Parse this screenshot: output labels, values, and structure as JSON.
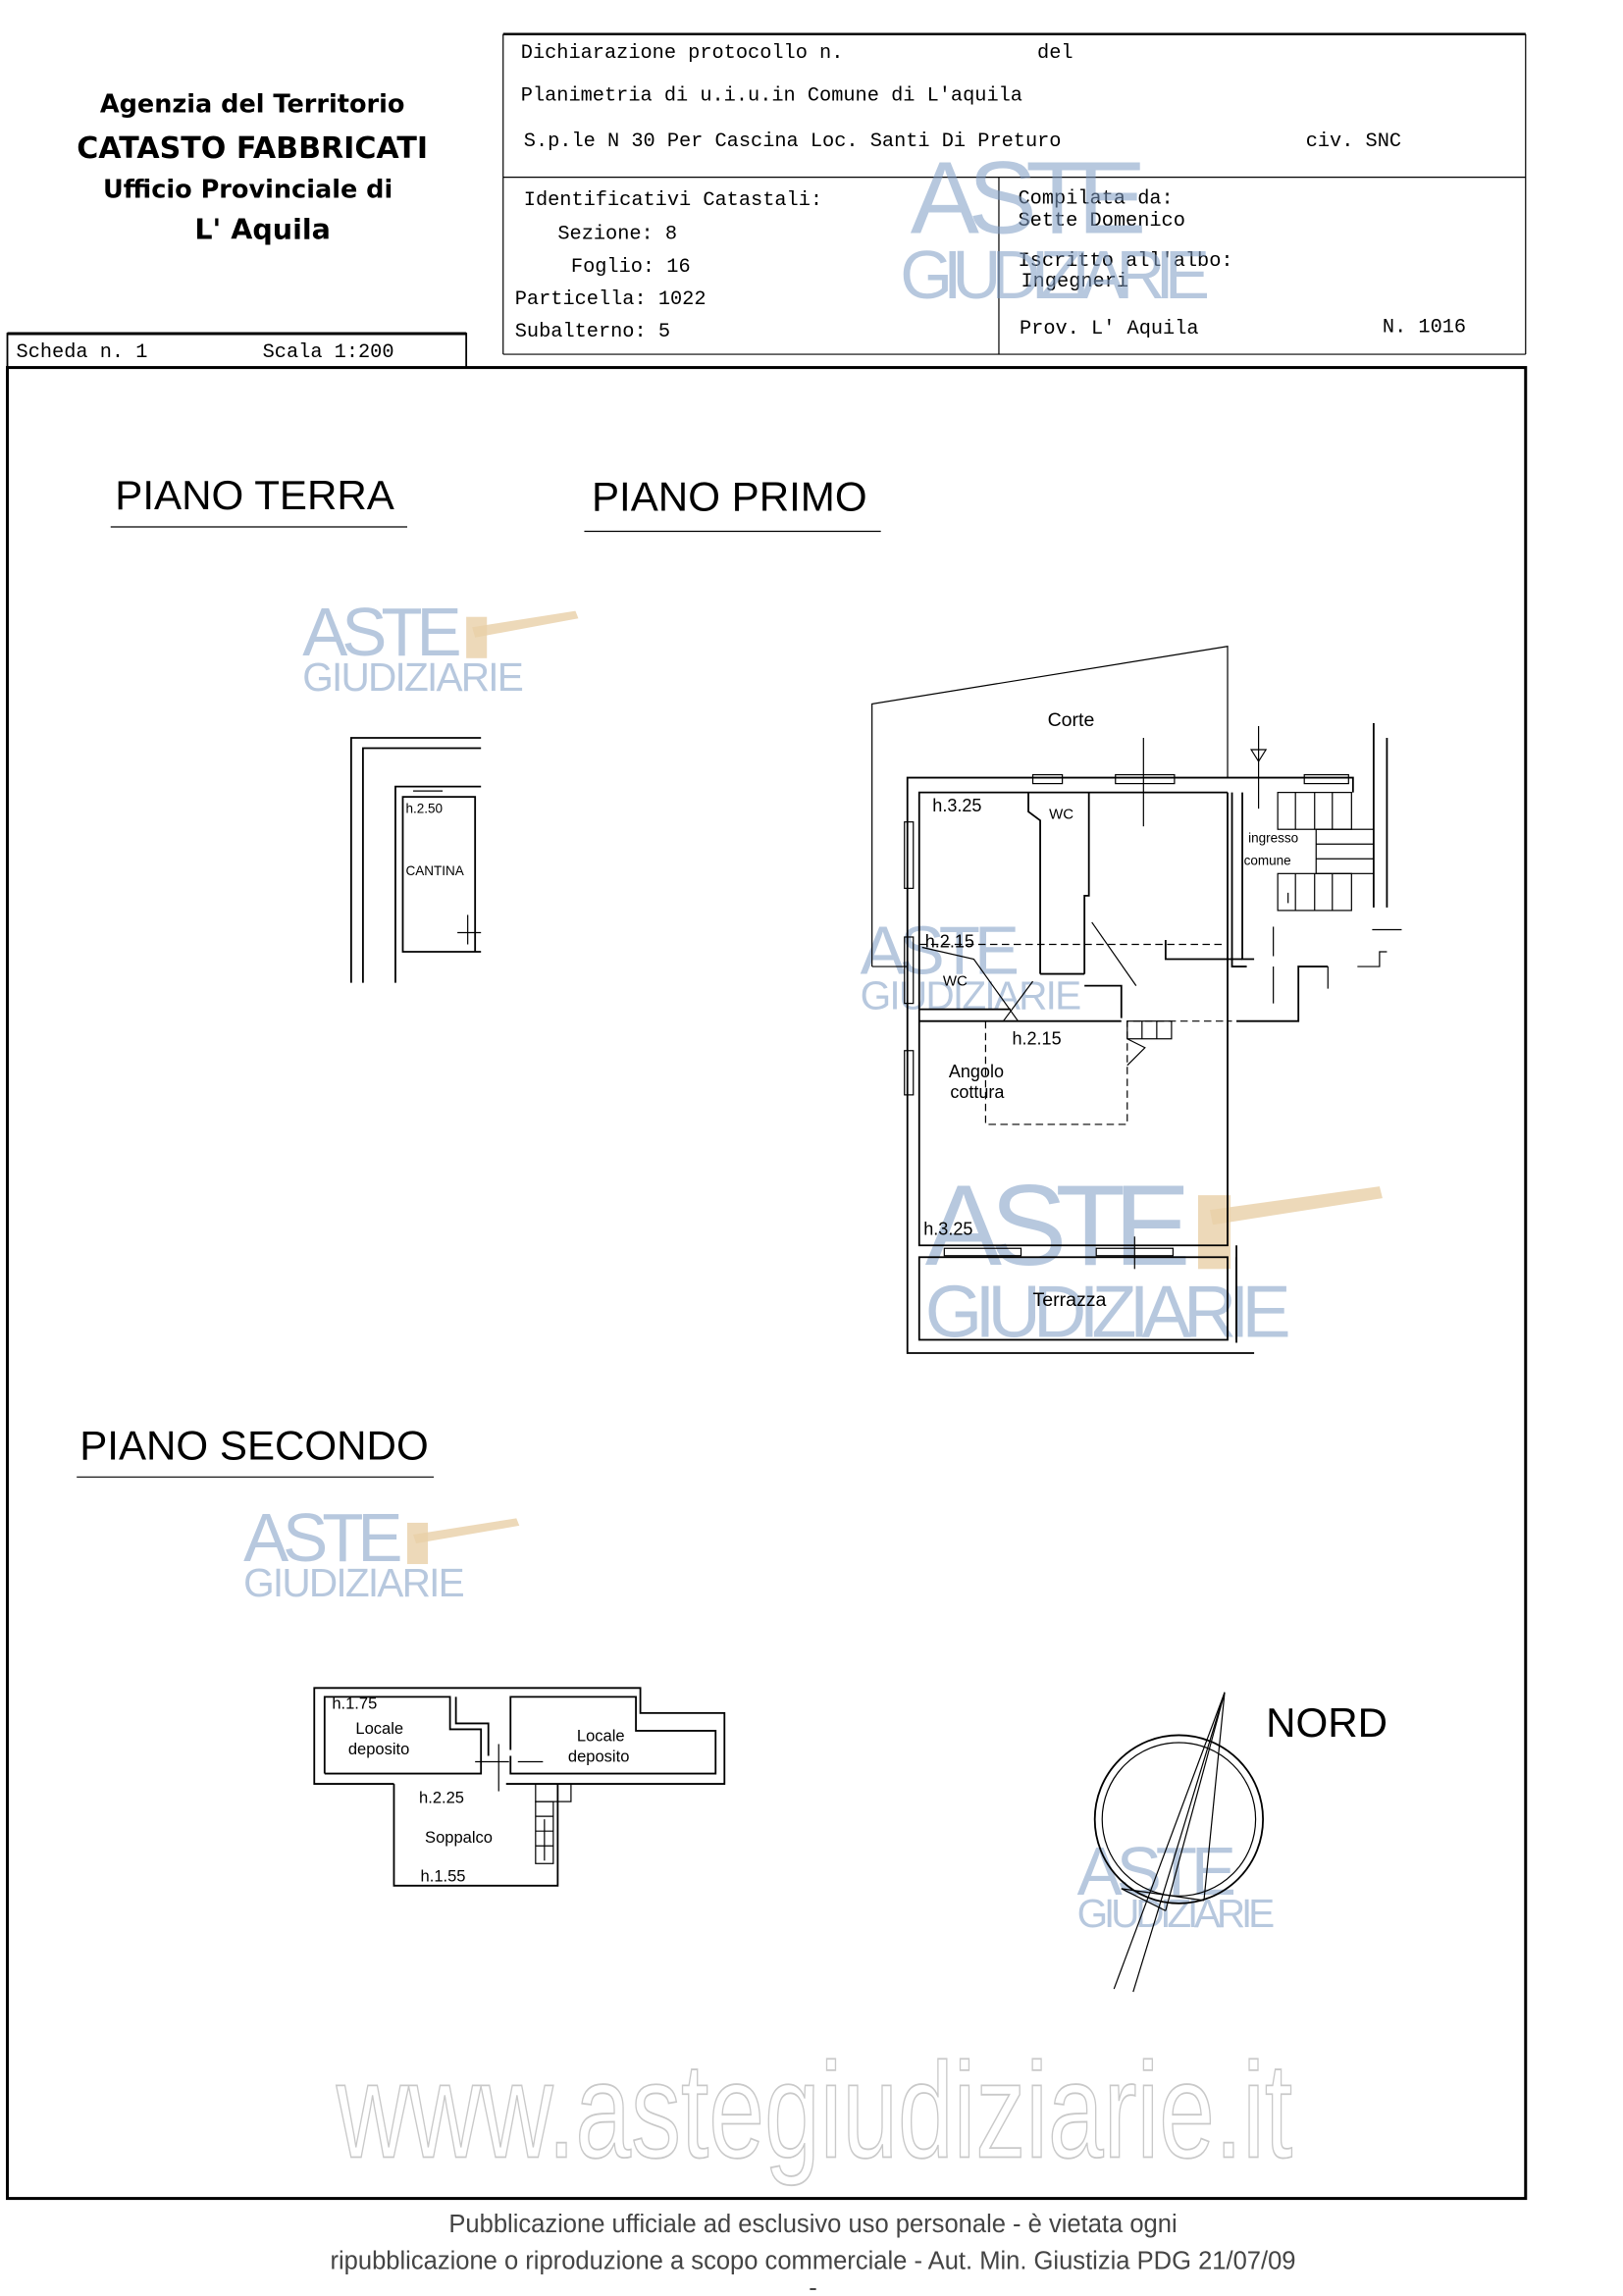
{
  "header_left": {
    "agency": "Agenzia del Territorio",
    "department": "CATASTO FABBRICATI",
    "office": "Ufficio Provinciale di",
    "province": "L' Aquila"
  },
  "declaration": {
    "protocol_label": "Dichiarazione protocollo n.",
    "date_label": "del",
    "plan_line": "Planimetria di u.i.u.in Comune di L'aquila",
    "address": "S.p.le N 30 Per Cascina Loc. Santi Di Preturo",
    "civic": "civ. SNC"
  },
  "identifiers": {
    "title": "Identificativi Catastali:",
    "sezione": "Sezione: 8",
    "foglio": "Foglio: 16",
    "particella": "Particella: 1022",
    "subalterno": "Subalterno: 5"
  },
  "compiler": {
    "label": "Compilata da:",
    "name": "Sette Domenico",
    "register_label": "Iscritto all'albo:",
    "register": "Ingegneri",
    "province": "Prov. L' Aquila",
    "number": "N.  1016"
  },
  "sheet": {
    "scheda": "Scheda n. 1",
    "scala": "Scala 1:200"
  },
  "floors": {
    "ground": {
      "title": "PIANO TERRA",
      "height": "h.2.50",
      "room": "CANTINA"
    },
    "first": {
      "title": "PIANO PRIMO",
      "corte": "Corte",
      "h1": "h.3.25",
      "wc1": "WC",
      "ingresso1": "ingresso",
      "ingresso2": "comune",
      "h2": "h.2.15",
      "wc2": "WC",
      "h3": "h.2.15",
      "kitchen1": "Angolo",
      "kitchen2": "cottura",
      "h4": "h.3.25",
      "terrace": "Terrazza"
    },
    "second": {
      "title": "PIANO SECONDO",
      "h1": "h.1.75",
      "room1a": "Locale",
      "room1b": "deposito",
      "room2a": "Locale",
      "room2b": "deposito",
      "h2": "h.2.25",
      "loft": "Soppalco",
      "h3": "h.1.55"
    }
  },
  "north": {
    "label": "NORD",
    "icon": "north-arrow-icon"
  },
  "watermarks": {
    "logo_top": "ASTE",
    "logo_bottom": "GIUDIZIARIE",
    "site": "www.astegiudiziarie.it"
  },
  "footer": {
    "line1": "Pubblicazione ufficiale ad esclusivo uso personale - è vietata ogni",
    "line2": "ripubblicazione o riproduzione a scopo commerciale - Aut. Min. Giustizia PDG 21/07/09",
    "line3": "-"
  },
  "colors": {
    "watermark_blue": "#7e9cc4",
    "watermark_gavel": "#e8cfa8",
    "footer_text": "#444444"
  }
}
